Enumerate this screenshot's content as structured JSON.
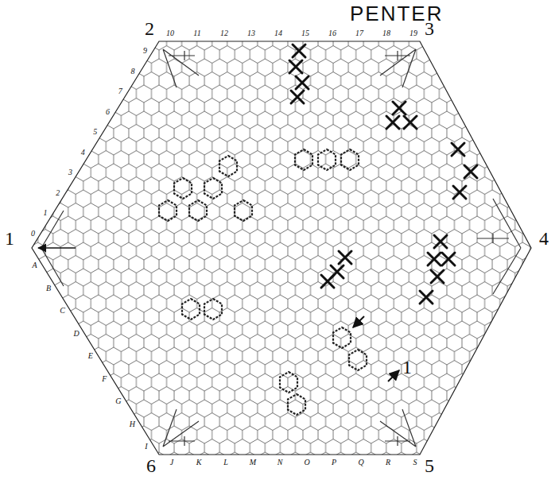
{
  "diagram": {
    "title": "PENTER",
    "labels": [
      "1",
      "2",
      "3",
      "4",
      "5",
      "6",
      "10",
      "11",
      "12",
      "13",
      "14",
      "15",
      "16",
      "17",
      "18",
      "19",
      "9",
      "8",
      "7",
      "6",
      "5",
      "4",
      "3",
      "2",
      "1",
      "0",
      "A",
      "B",
      "C",
      "D",
      "E",
      "F",
      "G",
      "H",
      "I",
      "J",
      "K",
      "L",
      "M",
      "N",
      "O",
      "P",
      "Q",
      "R",
      "S",
      "1"
    ]
  }
}
